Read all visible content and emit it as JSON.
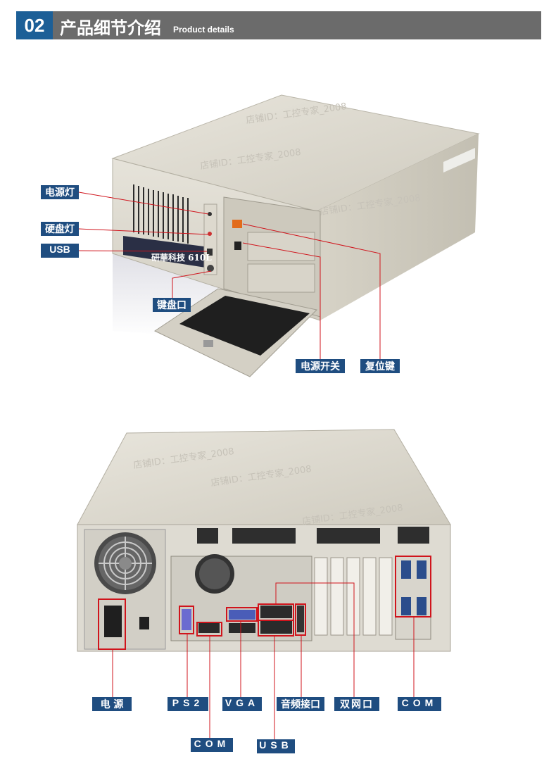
{
  "header": {
    "number": "02",
    "title": "产品细节介绍",
    "subtitle": "Product details"
  },
  "front_plate": {
    "brand_text": "研華科技 610L"
  },
  "watermark": "店铺ID：工控专家_2008",
  "front_labels": {
    "power_light": "电源灯",
    "hdd_light": "硬盘灯",
    "usb": "USB",
    "keyboard_port": "键盘口",
    "power_switch": "电源开关",
    "reset_button": "复位键"
  },
  "rear_labels": {
    "power": "电 源",
    "ps2": "PS2",
    "vga": "VGA",
    "audio": "音频接口",
    "dual_lan": "双网口",
    "com_right": "COM",
    "com_bottom": "COM",
    "usb": "USB"
  },
  "colors": {
    "accent_blue": "#1f4d80",
    "header_gray": "#6b6b6b",
    "callout_red": "#d0141c",
    "case_beige": "#dcd8cc"
  }
}
